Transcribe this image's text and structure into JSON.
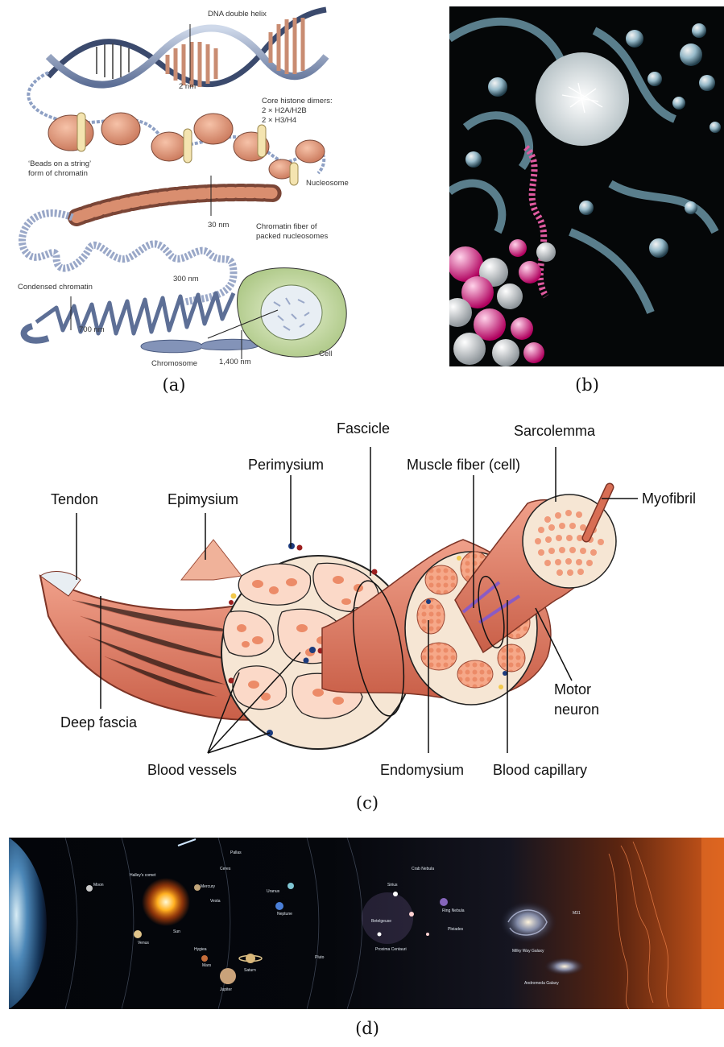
{
  "panel_a": {
    "caption": "(a)",
    "labels": {
      "dna_double_helix": "DNA double helix",
      "two_nm": "2 nm",
      "core_histone": "Core histone dimers:",
      "h2a_h2b": "2 × H2A/H2B",
      "h3_h4": "2 × H3/H4",
      "beads_line1": "‘Beads on a string’",
      "beads_line2": "form of chromatin",
      "nucleosome": "Nucleosome",
      "thirty_nm": "30 nm",
      "fiber_line1": "Chromatin fiber of",
      "fiber_line2": "packed nucleosomes",
      "condensed": "Condensed chromatin",
      "three_hundred_nm": "300 nm",
      "seven_hundred_nm": "700 nm",
      "chromosome": "Chromosome",
      "fourteen_hundred_nm": "1,400 nm",
      "cell": "Cell"
    }
  },
  "panel_b": {
    "caption": "(b)"
  },
  "panel_c": {
    "caption": "(c)",
    "labels": {
      "fascicle": "Fascicle",
      "sarcolemma": "Sarcolemma",
      "perimysium": "Perimysium",
      "muscle_fiber": "Muscle fiber (cell)",
      "tendon": "Tendon",
      "epimysium": "Epimysium",
      "myofibril": "Myofibril",
      "motor": "Motor",
      "neuron": "neuron",
      "deep_fascia": "Deep fascia",
      "blood_vessels": "Blood vessels",
      "endomysium": "Endomysium",
      "blood_capillary": "Blood capillary"
    },
    "colors": {
      "muscle": "#e9826a",
      "muscle_dark": "#c9604a",
      "fiber": "#f29a78",
      "sheath": "#f6e6d4"
    }
  },
  "panel_d": {
    "caption": "(d)",
    "labels": {
      "moon": "Moon",
      "sun": "Sun",
      "venus": "Venus",
      "mercury": "Mercury",
      "mars": "Mars",
      "jupiter": "Jupiter",
      "saturn": "Saturn",
      "neptune": "Neptune",
      "uranus": "Uranus",
      "pallas": "Pallas",
      "ceres": "Ceres",
      "vesta": "Vesta",
      "halley": "Halley's comet",
      "hygiea": "Hygiea",
      "pluto": "Pluto",
      "milky_way": "Milky Way Galaxy",
      "andromeda": "Andromeda Galaxy",
      "ring_nebula": "Ring Nebula",
      "pleiades": "Pleiades",
      "betelgeuse": "Betelgeuse",
      "proxima": "Proxima Centauri",
      "sirius": "Sirius",
      "m31": "M31",
      "crab": "Crab Nebula"
    }
  }
}
